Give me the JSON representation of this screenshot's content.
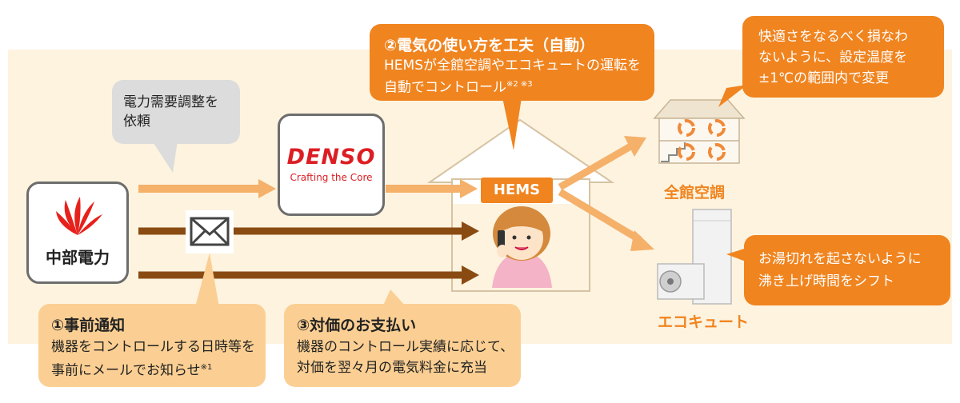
{
  "chubu": {
    "label": "中部電力"
  },
  "denso": {
    "name": "DENSO",
    "tagline": "Crafting the Core"
  },
  "gray_bubble": {
    "line1": "電力需要調整を",
    "line2": "依頼"
  },
  "hems": {
    "label": "HEMS"
  },
  "step2": {
    "title": "②電気の使い方を工夫（自動）",
    "line1": "HEMSが全館空調やエコキュートの運転を",
    "line2": "自動でコントロール",
    "note": "※2 ※3"
  },
  "step1": {
    "title": "①事前通知",
    "line1": "機器をコントロールする日時等を",
    "line2": "事前にメールでお知らせ",
    "note": "※1"
  },
  "step3": {
    "title": "③対価のお支払い",
    "line1": "機器のコントロール実績に応じて、",
    "line2": "対価を翌々月の電気料金に充当"
  },
  "aircon": {
    "label": "全館空調",
    "bubble1": "快適さをなるべく損なわ",
    "bubble2": "ないように、設定温度を",
    "bubble3": "±1℃の範囲内で変更"
  },
  "ecocute": {
    "label": "エコキュート",
    "bubble1": "お湯切れを起さないように",
    "bubble2": "沸き上げ時間をシフト"
  },
  "colors": {
    "orange": "#f0841f",
    "light_orange": "#fbcf93",
    "arrow_light": "#f5b06a",
    "arrow_dark": "#8a4b13",
    "band": "#fdf3df",
    "denso_red": "#dc1e24"
  }
}
